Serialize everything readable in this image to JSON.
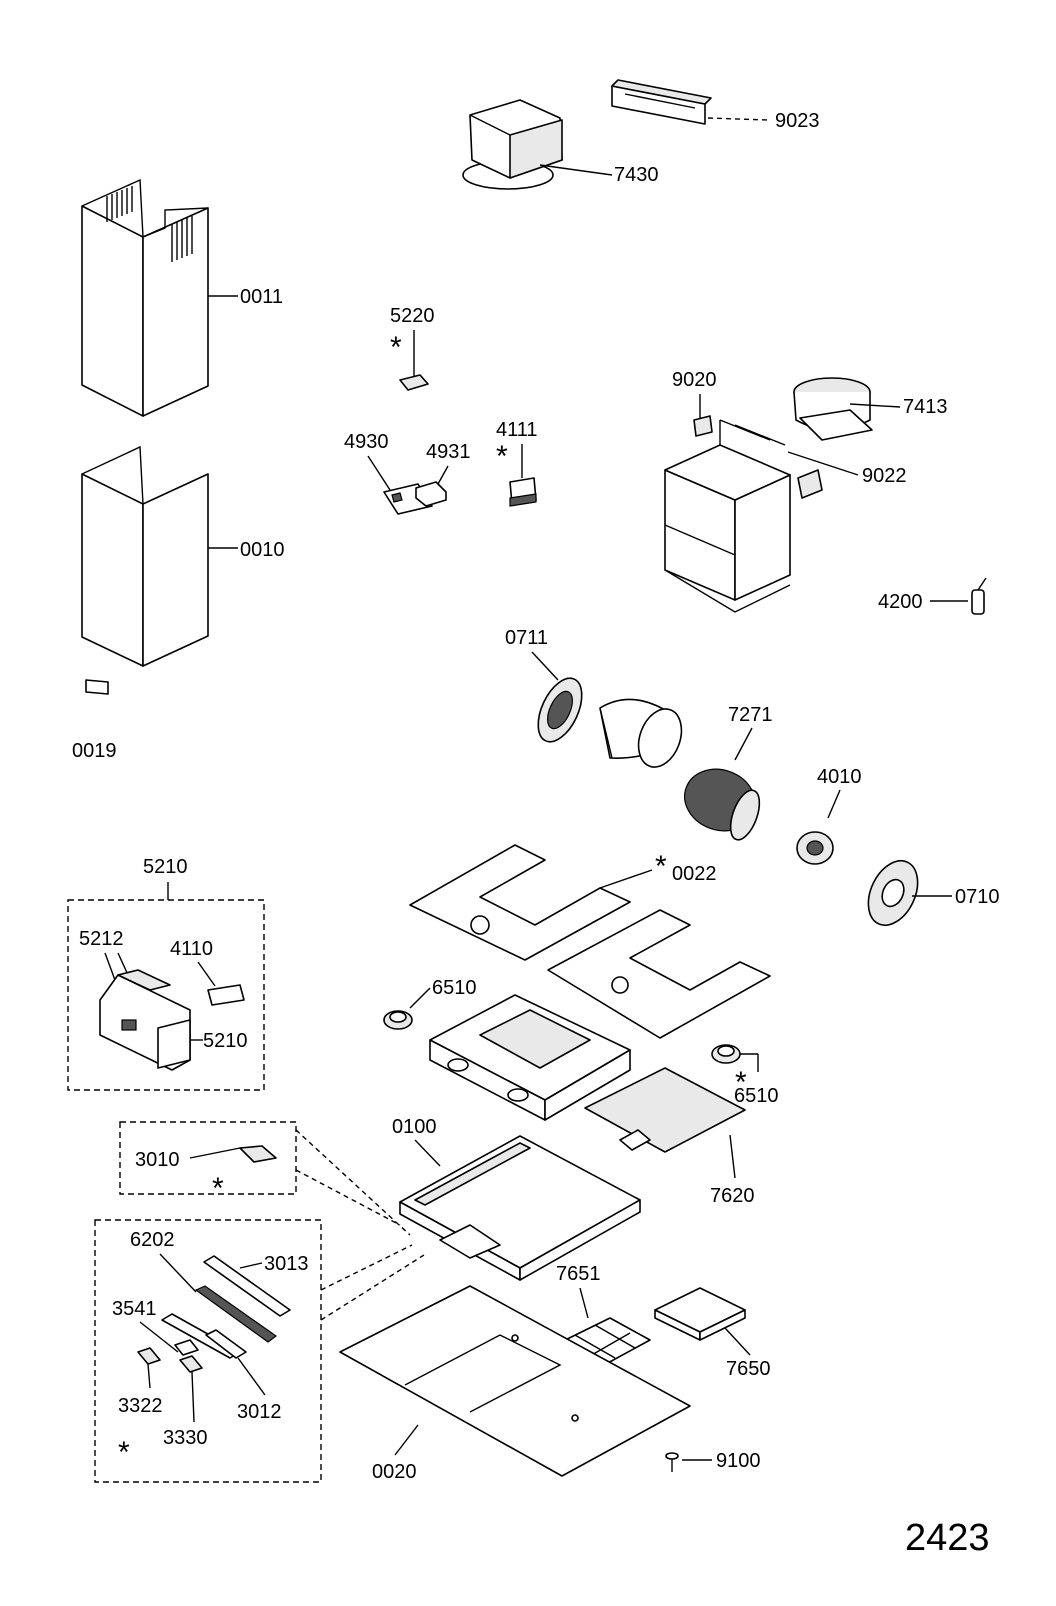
{
  "diagram_number": "2423",
  "asterisk": "*",
  "labels": {
    "p9023": "9023",
    "p7430": "7430",
    "p0011": "0011",
    "p5220": "5220",
    "p9020": "9020",
    "p7413": "7413",
    "p4930": "4930",
    "p4931": "4931",
    "p4111": "4111",
    "p0010": "0010",
    "p9022": "9022",
    "p4200": "4200",
    "p0711": "0711",
    "p0019": "0019",
    "p7271": "7271",
    "p4010": "4010",
    "p5210_box": "5210",
    "p0022": "0022",
    "p0710": "0710",
    "p5212": "5212",
    "p4110": "4110",
    "p6510_a": "6510",
    "p5210": "5210",
    "p6510_b": "6510",
    "p0100": "0100",
    "p3010": "3010",
    "p7620": "7620",
    "p6202": "6202",
    "p3013": "3013",
    "p7651": "7651",
    "p3541": "3541",
    "p7650": "7650",
    "p3322": "3322",
    "p3012": "3012",
    "p3330": "3330",
    "p0020": "0020",
    "p9100": "9100"
  }
}
